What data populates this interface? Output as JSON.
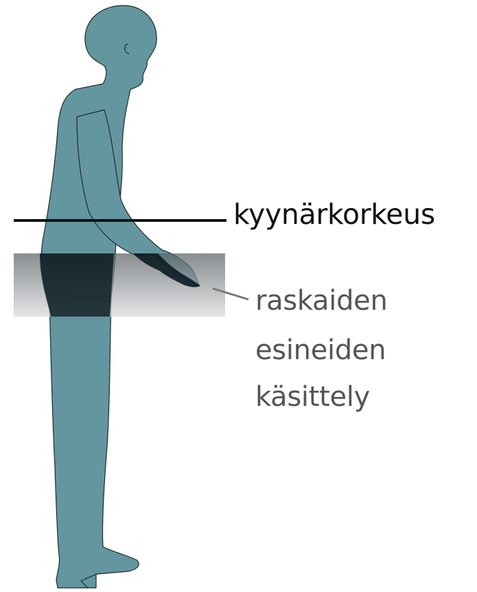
{
  "labels": {
    "elbow_height": "kyynärkorkeus",
    "heavy_handling_zone": [
      "raskaiden",
      "esineiden",
      "käsittely"
    ]
  },
  "colors": {
    "figure_fill": "#6496A0",
    "figure_outline": "#1a2a2e",
    "zone_top": "#5a6165",
    "zone_bottom": "#d9dadb",
    "elbow_line": "#111111",
    "zone_label_text": "#555555",
    "leader_line": "#777777"
  },
  "icons": {
    "figure": "standing-person-side-view-icon"
  }
}
